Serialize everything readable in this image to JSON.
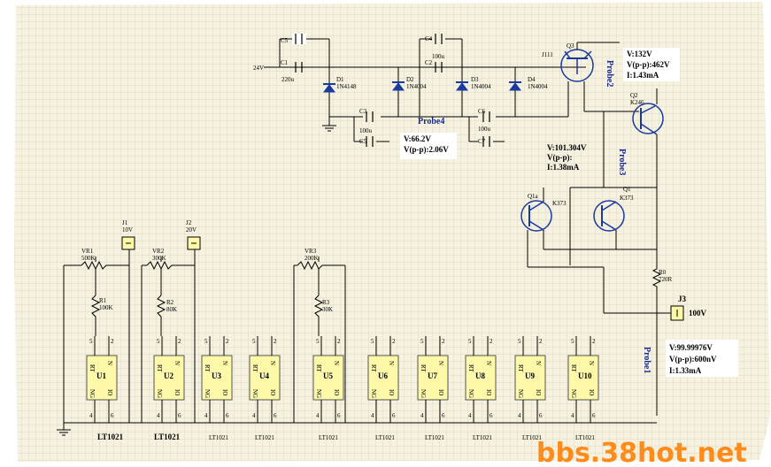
{
  "circuit": {
    "supply": "24V",
    "capacitors": {
      "c5a": "C5",
      "c1": "C1",
      "c1_value": "220u",
      "c4": "C4",
      "c2": "C2",
      "c2_value": "100u",
      "c3": "C3",
      "c3_value": "100u",
      "c5b": "C5",
      "c6": "C6",
      "c6_value": "100u",
      "c7": "C7"
    },
    "diodes": [
      {
        "ref": "D1",
        "part": "1N4148"
      },
      {
        "ref": "D2",
        "part": "1N4004"
      },
      {
        "ref": "D3",
        "part": "1N4004"
      },
      {
        "ref": "D4",
        "part": "1N4004"
      }
    ],
    "transistors": {
      "q3": "Q3",
      "q3_part": "J111",
      "q2": "Q2",
      "q2_part": "K246",
      "q1a": "Q1a",
      "q1a_part": "K373",
      "q1": "Q1",
      "q1_part": "K373"
    },
    "resistors": {
      "r0": "R0",
      "r0_value": "720R",
      "r1": "R1",
      "r1_value": "100K",
      "r2": "R2",
      "r2_value": "80K",
      "r3": "R3",
      "r3_value": "30K"
    },
    "pots": [
      {
        "ref": "VR1",
        "value": "500K"
      },
      {
        "ref": "VR2",
        "value": "300K"
      },
      {
        "ref": "VR3",
        "value": "200K"
      }
    ],
    "connectors": [
      {
        "ref": "J1",
        "value": "10V"
      },
      {
        "ref": "J2",
        "value": "20V"
      },
      {
        "ref": "J3",
        "value": "100V"
      }
    ],
    "probes": [
      "Probe1",
      "Probe2",
      "Probe3",
      "Probe4"
    ],
    "readings": {
      "probe2": [
        "V:132V",
        "V(p-p):462V",
        "I:1.43mA"
      ],
      "probe4": [
        "V:66.2V",
        "V(p-p):2.06V"
      ],
      "probe3": [
        "V:101.304V",
        "V(p-p):",
        "I:1.38mA"
      ],
      "probe1": [
        "V:99.99976V",
        "V(p-p):600nV",
        "I:1.33mA"
      ]
    },
    "chips": [
      "U1",
      "U2",
      "U3",
      "U4",
      "U5",
      "U6",
      "U7",
      "U8",
      "U9",
      "U10"
    ],
    "chip_pins": {
      "top_left": "5",
      "top_right": "2",
      "bot_left": "4",
      "bot_right": "6",
      "mid_left": "RT",
      "mid_right": "N",
      "low_left": "NG",
      "low_right": "IO"
    },
    "chip_labels_bold": [
      "LT1021",
      "LT1021"
    ],
    "chip_labels": [
      "LT1021",
      "LT1021",
      "LT1021",
      "LT1021",
      "LT1021",
      "LT1021",
      "LT1021",
      "LT1021"
    ]
  },
  "watermark": "bbs.38hot.net",
  "colors": {
    "chip_fill": "#fdf9a8",
    "grid_fill": "#f6f2df",
    "grid_line": "#d6d2c0",
    "diode": "#1a3aa0",
    "probe": "#1a2a8a",
    "watermark": "#ff8c1a"
  }
}
